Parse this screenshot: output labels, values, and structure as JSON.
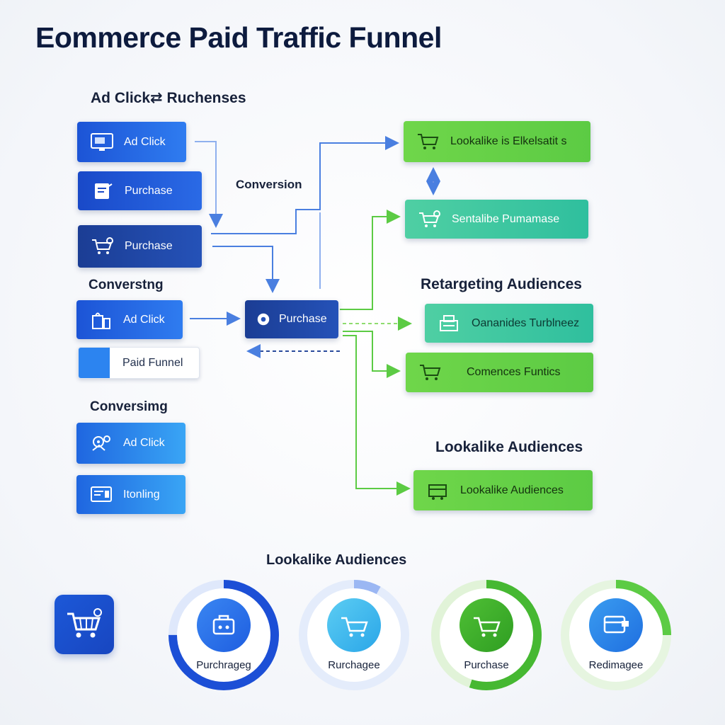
{
  "title": "Eommerce Paid Traffic Funnel",
  "labels": {
    "ad_click_ruchenses": "Ad Click⇄ Ruchenses",
    "conversion": "Conversion",
    "conversting": "Converstng",
    "conversimg": "Conversimg",
    "retargeting_audiences": "Retargeting Audiences",
    "lookalike_audiences_right": "Lookalike Audiences",
    "lookalike_audiences_bottom": "Lookalike Audiences"
  },
  "left_nodes": [
    {
      "label": "Ad Click",
      "icon": "monitor-icon"
    },
    {
      "label": "Purchase",
      "icon": "checkout-screen-icon"
    },
    {
      "label": "Purchase",
      "icon": "cart-gear-icon"
    },
    {
      "label": "Ad Click",
      "icon": "shopping-bags-icon"
    },
    {
      "label": "Paid Funnel",
      "icon": "color-swatch"
    },
    {
      "label": "Ad Click",
      "icon": "gears-icon"
    },
    {
      "label": "Itonling",
      "icon": "dashboard-icon"
    }
  ],
  "center_node": {
    "label": "Purchase",
    "icon": "gear-circle-icon"
  },
  "right_nodes": [
    {
      "label": "Lookalike is Elkelsatit s",
      "icon": "cart-icon"
    },
    {
      "label": "Sentalibe Pumamase",
      "icon": "cart-gear-icon"
    },
    {
      "label": "Oananides Turblneez",
      "icon": "register-icon"
    },
    {
      "label": "Comences Funtics",
      "icon": "cart-icon"
    },
    {
      "label": "Lookalike Audiences",
      "icon": "truck-icon"
    }
  ],
  "rings": [
    {
      "label": "Purchrageg",
      "icon": "briefcase-icon",
      "progress": 0.75
    },
    {
      "label": "Rurchagee",
      "icon": "cart-icon",
      "progress": 0.08
    },
    {
      "label": "Purchase",
      "icon": "cart-icon",
      "progress": 0.55
    },
    {
      "label": "Redimagee",
      "icon": "card-terminal-icon",
      "progress": 0.25
    }
  ],
  "colors": {
    "title": "#0d1b3e",
    "blue": "#2563eb",
    "navy": "#1b3d94",
    "green": "#5ccb44",
    "teal": "#2fbf9e",
    "arrow_blue": "#4a7fe0",
    "arrow_green": "#5ccb44"
  }
}
